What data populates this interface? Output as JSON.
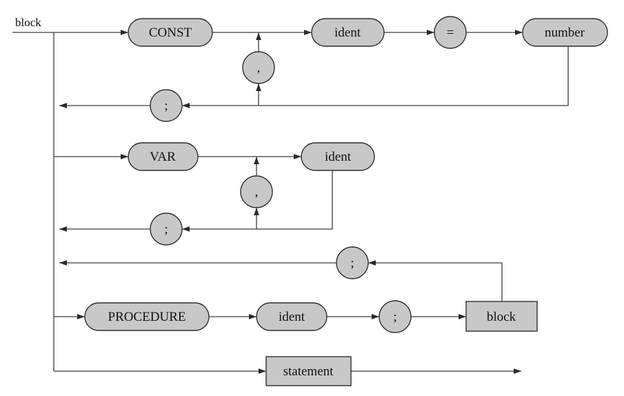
{
  "diagram": {
    "title": "block",
    "terminals": {
      "const_kw": "CONST",
      "const_ident": "ident",
      "const_eq": "=",
      "const_number": "number",
      "const_comma": ",",
      "const_semicolon": ";",
      "var_kw": "VAR",
      "var_ident": "ident",
      "var_comma": ",",
      "var_semicolon": ";",
      "proc_kw": "PROCEDURE",
      "proc_ident": "ident",
      "proc_semicolon_after_ident": ";",
      "proc_semicolon_after_block": ";"
    },
    "nonterminals": {
      "proc_block": "block",
      "statement": "statement"
    }
  }
}
